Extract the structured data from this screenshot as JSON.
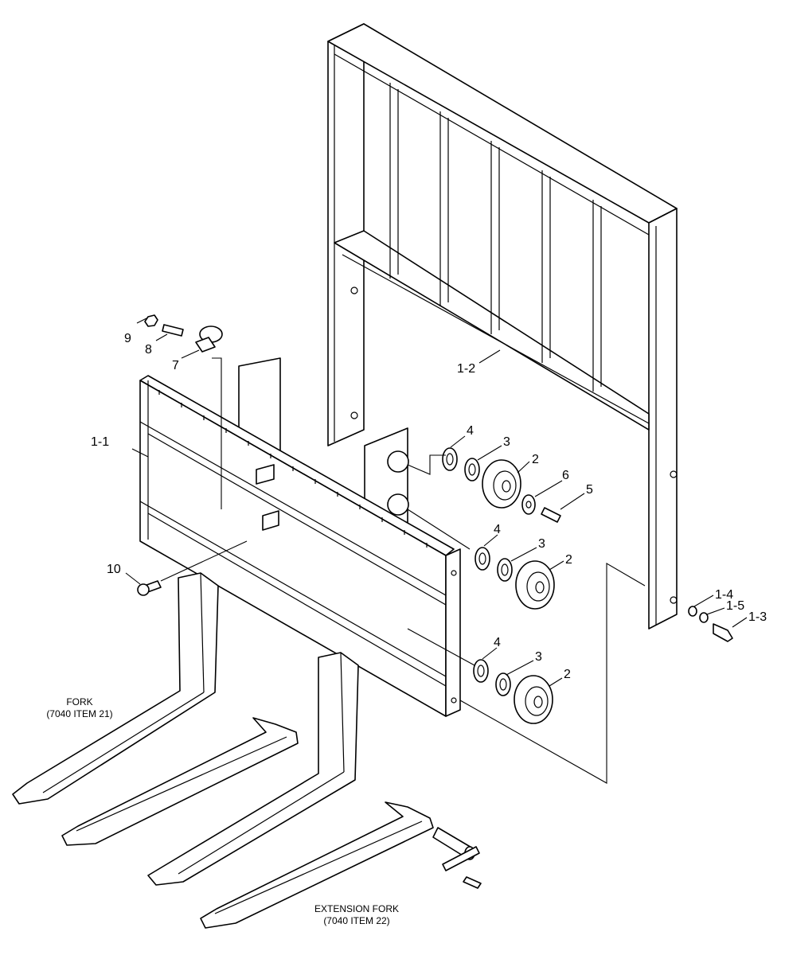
{
  "callouts": {
    "c1_1": "1-1",
    "c1_2": "1-2",
    "c1_3": "1-3",
    "c1_4": "1-4",
    "c1_5": "1-5",
    "c2a": "2",
    "c2b": "2",
    "c2c": "2",
    "c3a": "3",
    "c3b": "3",
    "c3c": "3",
    "c4a": "4",
    "c4b": "4",
    "c4c": "4",
    "c5": "5",
    "c6": "6",
    "c7": "7",
    "c8": "8",
    "c9": "9",
    "c10": "10"
  },
  "captions": {
    "fork_line1": "FORK",
    "fork_line2": "(7040 ITEM 21)",
    "extension_line1": "EXTENSION FORK",
    "extension_line2": "(7040 ITEM 22)"
  }
}
